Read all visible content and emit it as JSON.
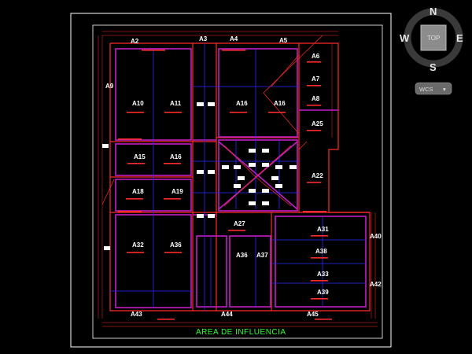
{
  "drawing": {
    "title": "AREA DE INFLUENCIA",
    "areas": [
      {
        "id": "a2",
        "label": "A2"
      },
      {
        "id": "a3",
        "label": "A3"
      },
      {
        "id": "a4",
        "label": "A4"
      },
      {
        "id": "a5",
        "label": "A5"
      },
      {
        "id": "a6",
        "label": "A6"
      },
      {
        "id": "a7",
        "label": "A7"
      },
      {
        "id": "a8",
        "label": "A8"
      },
      {
        "id": "a9",
        "label": "A9"
      },
      {
        "id": "a10",
        "label": "A10"
      },
      {
        "id": "a11",
        "label": "A11"
      },
      {
        "id": "a16",
        "label": "A16"
      },
      {
        "id": "a16b",
        "label": "A16"
      },
      {
        "id": "a15",
        "label": "A15"
      },
      {
        "id": "a16c",
        "label": "A16"
      },
      {
        "id": "a18",
        "label": "A18"
      },
      {
        "id": "a19",
        "label": "A19"
      },
      {
        "id": "a25",
        "label": "A25"
      },
      {
        "id": "a22",
        "label": "A22"
      },
      {
        "id": "a27",
        "label": "A27"
      },
      {
        "id": "a31",
        "label": "A31"
      },
      {
        "id": "a32",
        "label": "A32"
      },
      {
        "id": "a36",
        "label": "A36"
      },
      {
        "id": "a36b",
        "label": "A36"
      },
      {
        "id": "a37",
        "label": "A37"
      },
      {
        "id": "a38",
        "label": "A38"
      },
      {
        "id": "a33",
        "label": "A33"
      },
      {
        "id": "a39",
        "label": "A39"
      },
      {
        "id": "a40",
        "label": "A40"
      },
      {
        "id": "a42",
        "label": "A42"
      },
      {
        "id": "a43",
        "label": "A43"
      },
      {
        "id": "a44",
        "label": "A44"
      },
      {
        "id": "a45",
        "label": "A45"
      }
    ]
  },
  "viewcube": {
    "north": "N",
    "south": "S",
    "east": "E",
    "west": "W",
    "face": "TOP",
    "wcs": "WCS"
  },
  "colors": {
    "background": "#000000",
    "frame": "#ffffff",
    "walls": "#ff2a2a",
    "beams": "#c21fc2",
    "axes": "#2a2aff",
    "labels": "#ffffff",
    "title": "#2bff2b"
  }
}
